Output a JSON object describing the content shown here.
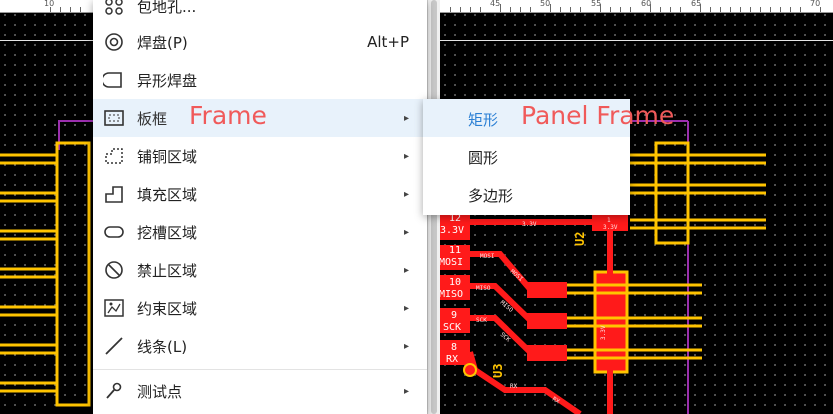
{
  "ruler": {
    "ticks": [
      "10",
      "45",
      "50",
      "55",
      "60",
      "65",
      "70"
    ]
  },
  "menu": {
    "items": [
      {
        "label": "包地孔...",
        "shortcut": "",
        "submenu": false
      },
      {
        "label": "焊盘(P)",
        "shortcut": "Alt+P",
        "submenu": false
      },
      {
        "label": "异形焊盘",
        "shortcut": "",
        "submenu": false
      },
      {
        "label": "板框",
        "shortcut": "",
        "submenu": true,
        "highlighted": true
      },
      {
        "label": "铺铜区域",
        "shortcut": "",
        "submenu": true
      },
      {
        "label": "填充区域",
        "shortcut": "",
        "submenu": true
      },
      {
        "label": "挖槽区域",
        "shortcut": "",
        "submenu": true
      },
      {
        "label": "禁止区域",
        "shortcut": "",
        "submenu": true
      },
      {
        "label": "约束区域",
        "shortcut": "",
        "submenu": true
      },
      {
        "label": "线条(L)",
        "shortcut": "",
        "submenu": true
      },
      {
        "label": "测试点",
        "shortcut": "",
        "submenu": true
      }
    ],
    "arrow": "▸"
  },
  "submenu": {
    "items": [
      {
        "label": "矩形",
        "highlighted": true
      },
      {
        "label": "圆形"
      },
      {
        "label": "多边形"
      }
    ]
  },
  "annotations": {
    "frame": "Frame",
    "panel_frame": "Panel Frame"
  },
  "pcb": {
    "pins": [
      {
        "num": "12",
        "name": "3.3V"
      },
      {
        "num": "11",
        "name": "MOSI"
      },
      {
        "num": "10",
        "name": "MISO"
      },
      {
        "num": "9",
        "name": "SCK"
      },
      {
        "num": "8",
        "name": "RX"
      }
    ],
    "designators": {
      "u2": "U2",
      "u3": "U3"
    },
    "trace_labels": [
      "3.3V",
      "MOSI",
      "MISO",
      "SCK",
      "RX",
      "MOSI",
      "MISO",
      "SCK",
      "RX",
      "3.3V",
      "1",
      "3.3V"
    ],
    "colors": {
      "pad": "#ff1a1a",
      "silk": "#ffc400",
      "outline": "#9b2fae",
      "dots": "#6a6a6a"
    }
  }
}
